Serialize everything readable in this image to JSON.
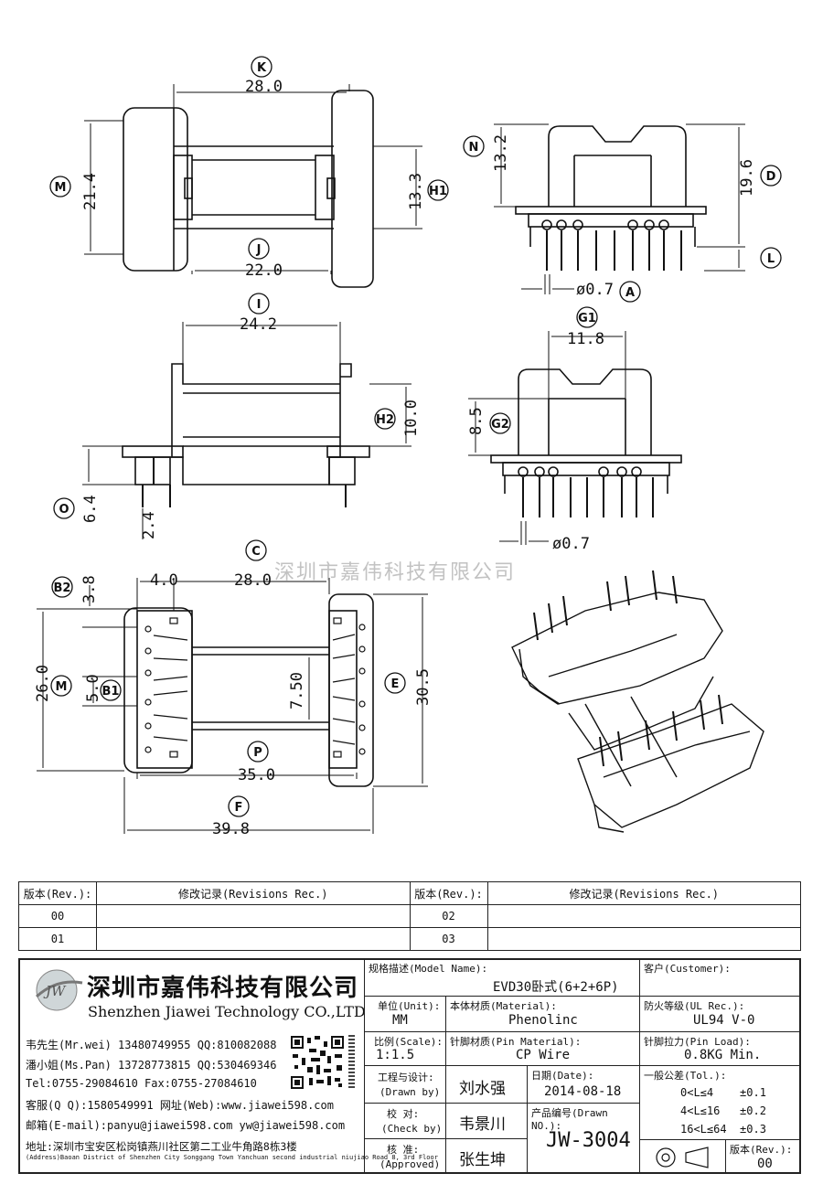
{
  "drawing": {
    "dims": {
      "K_28": "28.0",
      "M_21_4": "21.4",
      "H1_13_3": "13.3",
      "J_22": "22.0",
      "N_13_2": "13.2",
      "D_19_6": "19.6",
      "A_0_7": "ø0.7",
      "I_24_2": "24.2",
      "H2_10": "10.0",
      "O_6_4": "6.4",
      "dim_2_4": "2.4",
      "G1_11_8": "11.8",
      "G2_8_5": "8.5",
      "A2_0_7": "ø0.7",
      "B2_3_8": "3.8",
      "dim_4_0": "4.0",
      "C_28": "28.0",
      "M2_26": "26.0",
      "B1_5_0": "5.0",
      "dim_7_50": "7.50",
      "E_30_5": "30.5",
      "P_35": "35.0",
      "F_39_8": "39.8"
    },
    "labels": {
      "K": "K",
      "M": "M",
      "H1": "H1",
      "J": "J",
      "N": "N",
      "D": "D",
      "L": "L",
      "A": "A",
      "I": "I",
      "H2": "H2",
      "O": "O",
      "G1": "G1",
      "G2": "G2",
      "B2": "B2",
      "C": "C",
      "M2": "M",
      "B1": "B1",
      "E": "E",
      "P": "P",
      "F": "F"
    }
  },
  "watermark": "深圳市嘉伟科技有限公司",
  "revisions": {
    "col_rev": "版本(Rev.):",
    "col_rec": "修改记录(Revisions Rec.)",
    "rows": [
      {
        "a": "00",
        "b": "02"
      },
      {
        "a": "01",
        "b": "03"
      }
    ]
  },
  "company": {
    "logo": "JW",
    "name_cn": "深圳市嘉伟科技有限公司",
    "name_en": "Shenzhen Jiawei Technology CO.,LTD",
    "contacts": [
      "韦先生(Mr.wei) 13480749955 QQ:810082088",
      "潘小姐(Ms.Pan) 13728773815 QQ:530469346",
      "Tel:0755-29084610        Fax:0755-27084610",
      "客服(Q Q):1580549991     网址(Web):www.jiawei598.com",
      "邮箱(E-mail):panyu@jiawei598.com  yw@jiawei598.com"
    ],
    "address": "地址:深圳市宝安区松岗镇燕川社区第二工业牛角路8栋3楼",
    "address_en": "(Address)Baoan District of Shenzhen City Songgang Town Yanchuan  second industrial niujiao Road 8, 3rd Floor"
  },
  "title_block": {
    "model_key": "规格描述(Model Name):",
    "model_val": "EVD30卧式(6+2+6P)",
    "customer_key": "客户(Customer):",
    "unit_key": "单位(Unit):",
    "unit_val": "MM",
    "material_key": "本体材质(Material):",
    "material_val": "Phenolinc",
    "ul_key": "防火等级(UL Rec.):",
    "ul_val": "UL94 V-0",
    "scale_key": "比例(Scale):",
    "scale_val": "1:1.5",
    "pin_mat_key": "针脚材质(Pin Material):",
    "pin_mat_val": "CP Wire",
    "pin_load_key": "针脚拉力(Pin Load):",
    "pin_load_val": "0.8KG Min.",
    "drawn_key": "工程与设计:",
    "drawn_key2": "(Drawn by)",
    "drawn_val": "刘水强",
    "date_key": "日期(Date):",
    "date_val": "2014-08-18",
    "tol_key": "一般公差(Tol.):",
    "tol_rows": [
      "0<L≤4    ±0.1",
      "4<L≤16   ±0.2",
      "16<L≤64  ±0.3"
    ],
    "check_key": "校  对:",
    "check_key2": "(Check by)",
    "check_val": "韦景川",
    "drawn_no_key": "产品编号(Drawn NO.):",
    "drawn_no_val": "JW-3004",
    "approved_key": "核  准:",
    "approved_key2": "(Approved)",
    "approved_val": "张生坤",
    "rev_key": "版本(Rev.):",
    "rev_val": "00"
  }
}
